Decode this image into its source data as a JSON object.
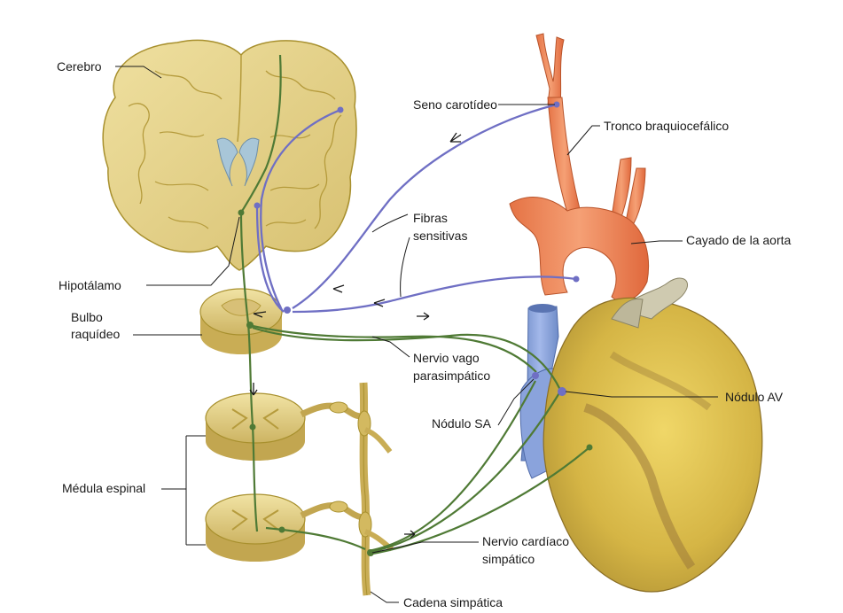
{
  "labels": {
    "cerebro": "Cerebro",
    "seno_carotideo": "Seno carotídeo",
    "tronco_braquiocefalico": "Tronco braquiocefálico",
    "fibras_sensitivas_1": "Fibras",
    "fibras_sensitivas_2": "sensitivas",
    "cayado_aorta": "Cayado de la aorta",
    "hipotalamo": "Hipotálamo",
    "bulbo_1": "Bulbo",
    "bulbo_2": "raquídeo",
    "nervio_vago_1": "Nervio vago",
    "nervio_vago_2": "parasimpático",
    "nodulo_sa": "Nódulo SA",
    "nodulo_av": "Nódulo AV",
    "medula_espinal": "Médula espinal",
    "nervio_cardiaco_1": "Nervio cardíaco",
    "nervio_cardiaco_2": "simpático",
    "cadena_simpatica": "Cadena simpática"
  },
  "colors": {
    "brain_tissue": "#e8d58a",
    "brain_outline": "#a8902e",
    "nerve_green": "#4f7a35",
    "sensory_purple": "#6f6fc4",
    "artery": "#ef8a5a",
    "vena_cava": "#7f9ad6",
    "heart_yellow": "#e6c94a",
    "heart_brown": "#9c7a3a",
    "leader_line": "#1a1a1a"
  }
}
